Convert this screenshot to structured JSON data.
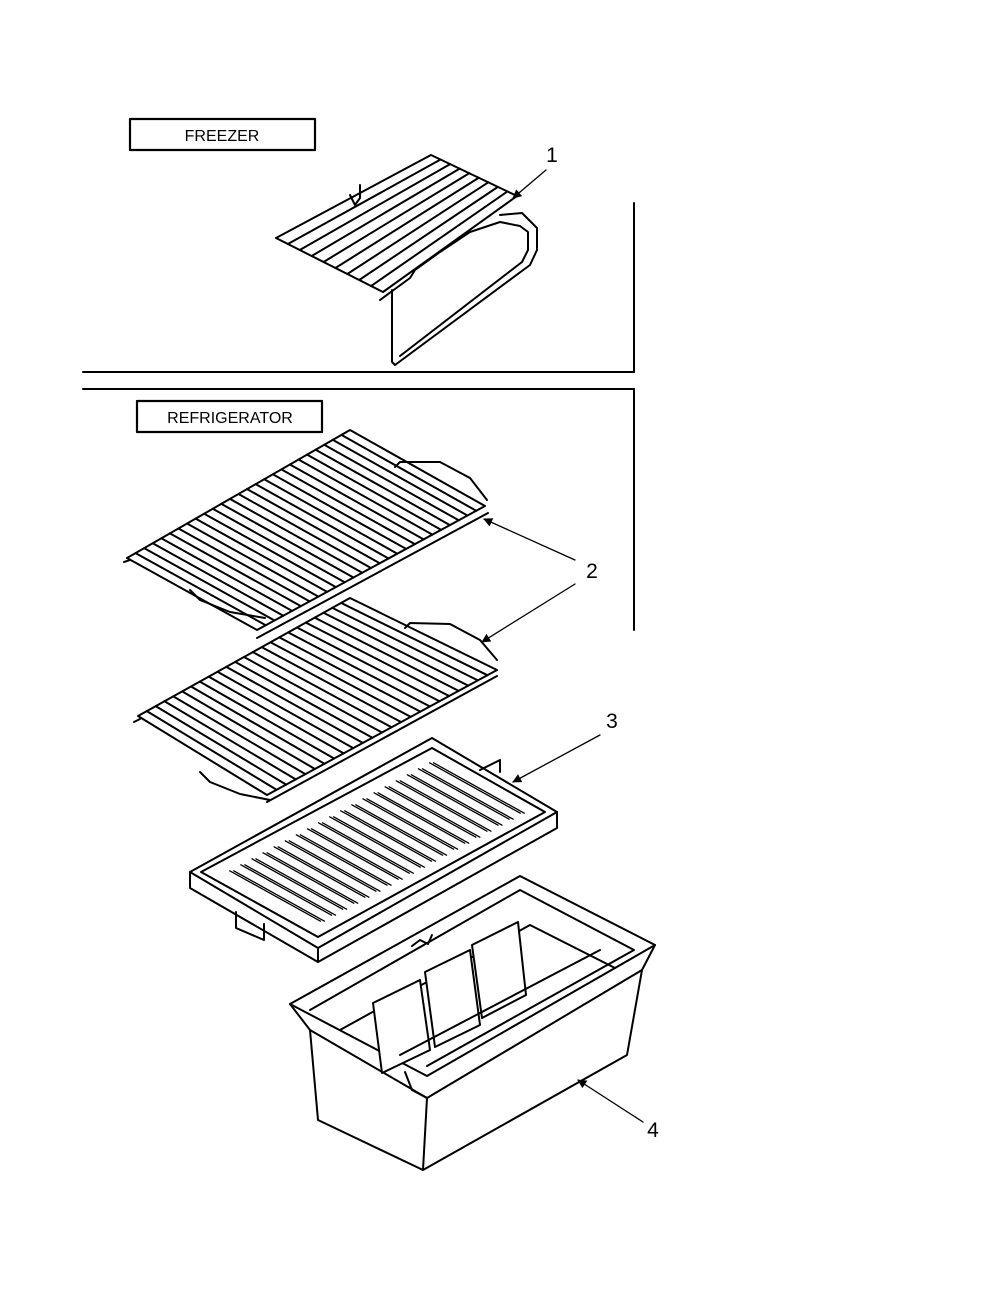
{
  "sections": {
    "freezer_label": "FREEZER",
    "refrigerator_label": "REFRIGERATOR"
  },
  "callouts": {
    "c1": "1",
    "c2": "2",
    "c3": "3",
    "c4": "4"
  }
}
